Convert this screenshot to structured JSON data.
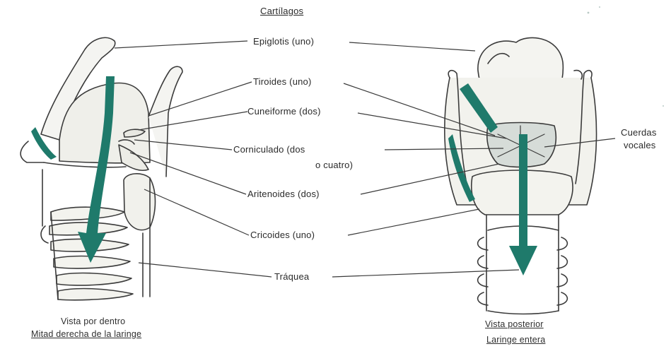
{
  "title": "Cartílagos",
  "labels": {
    "epiglotis": "Epiglotis (uno)",
    "tiroides": "Tiroides (uno)",
    "cuneiforme": "Cuneiforme (dos)",
    "corniculado_1": "Corniculado (dos",
    "corniculado_2": "o cuatro)",
    "aritenoides": "Aritenoides (dos)",
    "cricoides": "Cricoides (uno)",
    "traquea": "Tráquea",
    "cuerdas_1": "Cuerdas",
    "cuerdas_2": "vocales"
  },
  "captions": {
    "left_1": "Vista por dentro",
    "left_2": "Mitad derecha de la laringe",
    "right_1": "Vista posterior",
    "right_2": "Laringe entera"
  },
  "colors": {
    "arrow": "#1f7a6b",
    "line": "#3a3a3a"
  }
}
